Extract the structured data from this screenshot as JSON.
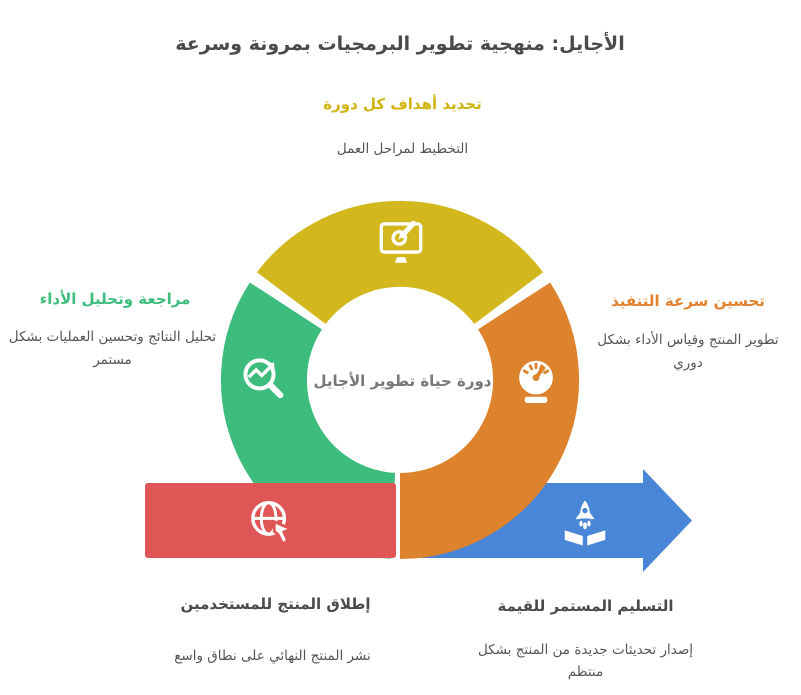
{
  "title": "الأجايل: منهجية تطوير البرمجيات بمرونة وسرعة",
  "center_label": "دورة حياة تطوير الأجايل",
  "colors": {
    "yellow": "#d2b71d",
    "green": "#3dbd7d",
    "orange": "#dd832d",
    "red": "#e05555",
    "blue": "#4a86d8",
    "heading_yellow": "#d1b410",
    "heading_green": "#3dbd7d",
    "heading_orange": "#e0822e",
    "title_dark_gray": "#4a4a4a",
    "body_gray": "#555555",
    "center_gray": "#787878"
  },
  "stages": {
    "plan": {
      "heading": "تحديد أهداف كل دورة",
      "sub": "التخطيط لمراحل العمل",
      "icon": "monitor-design-icon"
    },
    "review": {
      "heading": "مراجعة وتحليل الأداء",
      "sub_line1": "تحليل النتائج وتحسين العمليات بشكل",
      "sub_line2": "مستمر",
      "icon": "trend-magnifier-icon"
    },
    "execute": {
      "heading": "تحسين سرعة التنفيذ",
      "sub_line1": "تطوير المنتج وقياس الأداء بشكل",
      "sub_line2": "دوري",
      "icon": "speedometer-icon"
    },
    "launch": {
      "heading": "إطلاق المنتج للمستخدمين",
      "sub": "نشر المنتج النهائي على نطاق واسع",
      "icon": "globe-cursor-icon"
    },
    "deliver": {
      "heading": "التسليم المستمر للقيمة",
      "sub_line1": "إصدار تحديثات جديدة من المنتج بشكل",
      "sub_line2": "منتظم",
      "icon": "rocket-box-icon"
    }
  }
}
